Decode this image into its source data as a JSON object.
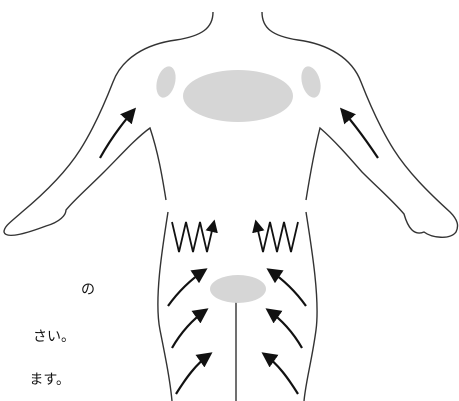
{
  "figure": {
    "type": "body-massage-diagram",
    "outline_color": "#333333",
    "patch_color": "#d6d6d6",
    "arrow_color": "#111111"
  },
  "captions": [
    "の",
    "さい。",
    "ます。"
  ],
  "icons": {
    "arrow": "curved-arrow-icon",
    "zigzag": "zigzag-arrow-icon"
  }
}
